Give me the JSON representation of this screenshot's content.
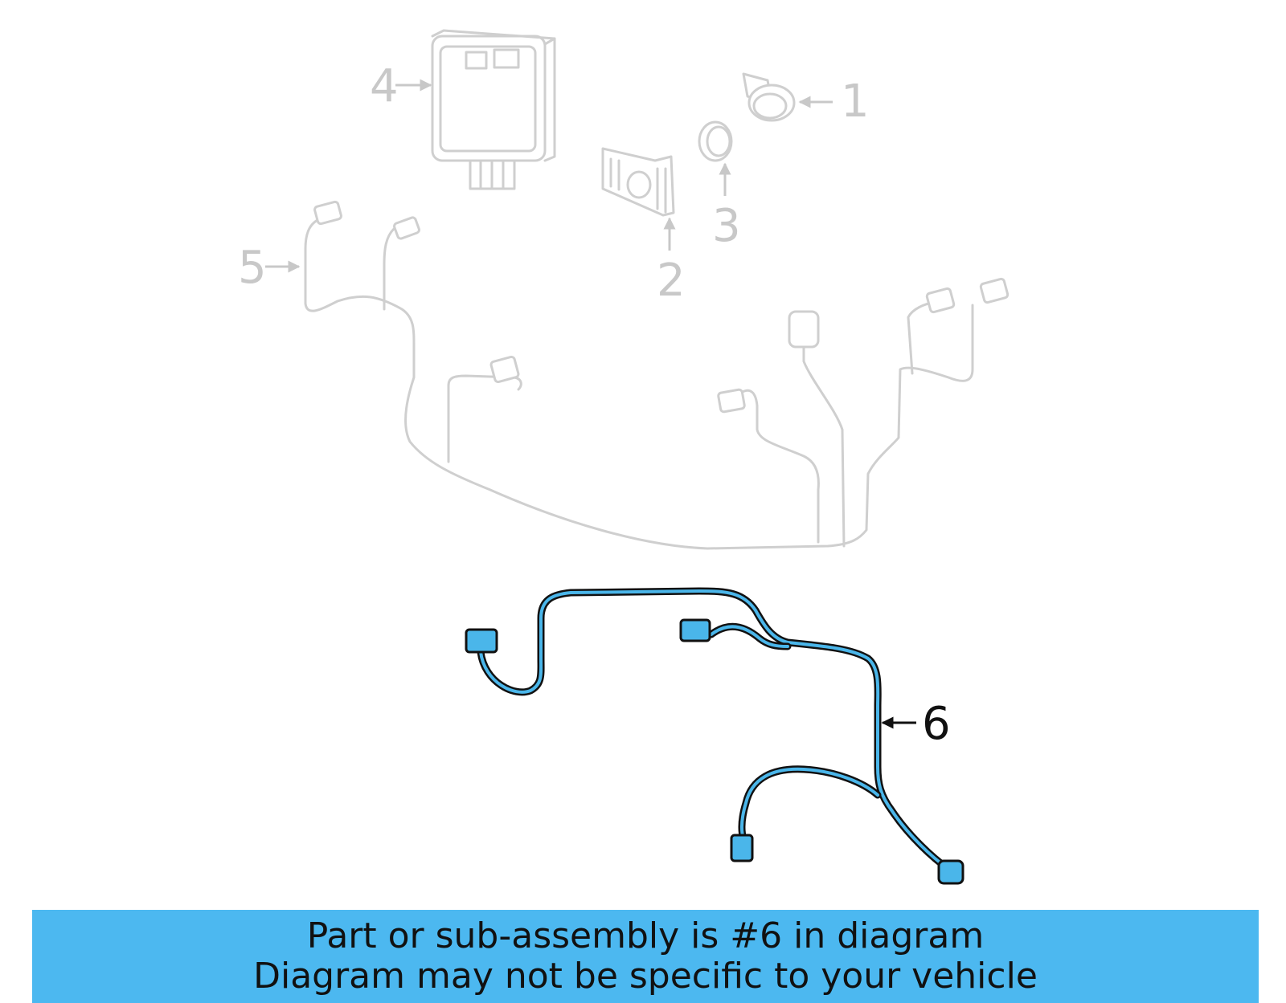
{
  "callouts": {
    "part1": "1",
    "part2": "2",
    "part3": "3",
    "part4": "4",
    "part5": "5",
    "part6": "6"
  },
  "highlighted_part": "6",
  "colors": {
    "highlight": "#4ab6ea",
    "banner": "#4cb8f0",
    "ghost": "#cfcfcf"
  },
  "banner": {
    "line1": "Part or sub-assembly is #6 in diagram",
    "line2": "Diagram may not be specific to your vehicle"
  }
}
